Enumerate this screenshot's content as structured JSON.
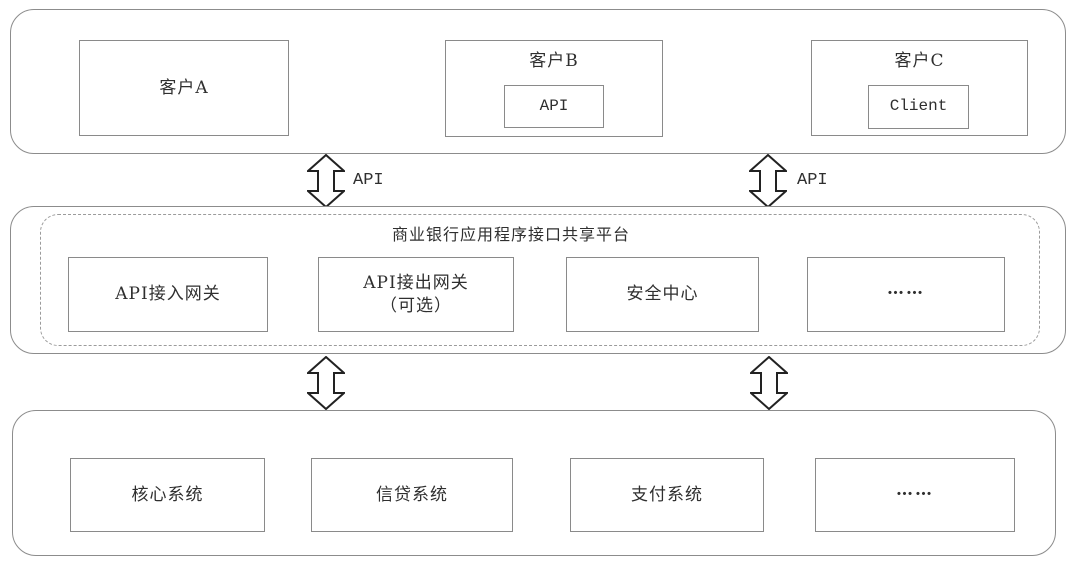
{
  "diagram": {
    "tiers": {
      "clients": {
        "boxes": [
          {
            "label": "客户A"
          },
          {
            "label": "客户B",
            "inner_label": "API"
          },
          {
            "label": "客户C",
            "inner_label": "Client"
          }
        ]
      },
      "platform": {
        "title": "商业银行应用程序接口共享平台",
        "boxes": [
          {
            "label": "API接入网关"
          },
          {
            "label": "API接出网关",
            "label_line2": "（可选）"
          },
          {
            "label": "安全中心"
          },
          {
            "label": "……"
          }
        ]
      },
      "systems": {
        "boxes": [
          {
            "label": "核心系统"
          },
          {
            "label": "信贷系统"
          },
          {
            "label": "支付系统"
          },
          {
            "label": "……"
          }
        ]
      }
    },
    "arrows": {
      "top_left_label": "API",
      "top_right_label": "API"
    },
    "colors": {
      "background": "#ffffff",
      "container_border": "#8c8c8c",
      "box_border": "#8a8a8a",
      "dashed_border": "#9b9b9b",
      "text": "#2f2f2f",
      "arrow_stroke": "#222222"
    }
  }
}
